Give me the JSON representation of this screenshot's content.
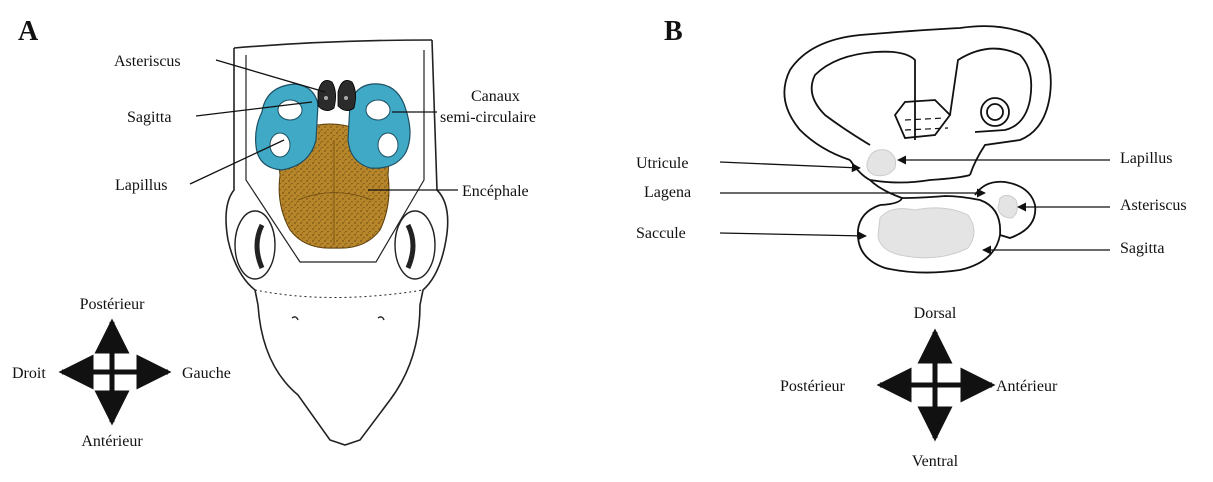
{
  "panels": {
    "a": {
      "letter": "A",
      "labels": {
        "asteriscus": "Asteriscus",
        "sagitta": "Sagitta",
        "canaux_line1": "Canaux",
        "canaux_line2": "semi-circulaire",
        "lapillus": "Lapillus",
        "encephale": "Encéphale"
      },
      "compass": {
        "top": "Postérieur",
        "left": "Droit",
        "right": "Gauche",
        "bottom": "Antérieur"
      }
    },
    "b": {
      "letter": "B",
      "labels": {
        "utricule": "Utricule",
        "lagena": "Lagena",
        "saccule": "Saccule",
        "lapillus": "Lapillus",
        "asteriscus": "Asteriscus",
        "sagitta": "Sagitta"
      },
      "compass": {
        "top": "Dorsal",
        "left": "Postérieur",
        "right": "Antérieur",
        "bottom": "Ventral"
      }
    }
  },
  "colors": {
    "ear": "#3fa9c6",
    "brain": "#b8862a",
    "otolith": "#e4e4e4",
    "ink": "#111111"
  }
}
